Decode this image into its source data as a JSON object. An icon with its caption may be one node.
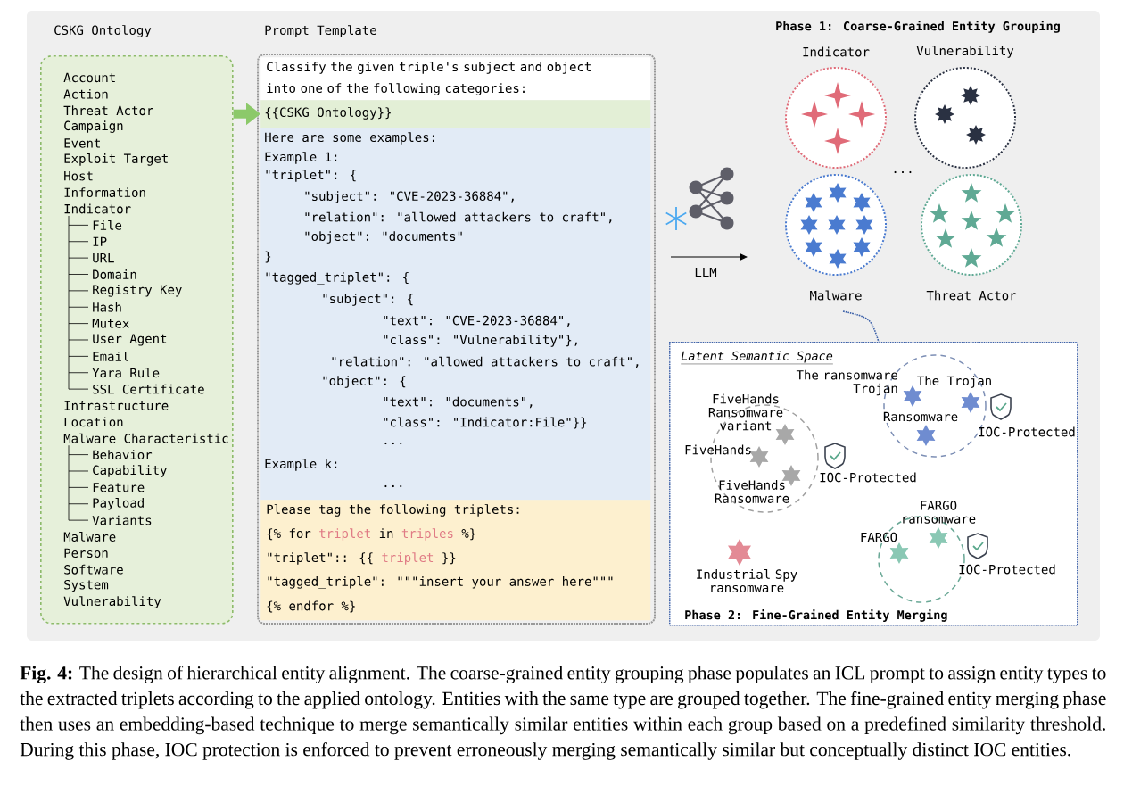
{
  "diagram": {
    "caption": "**Fig. 4:** The design of hierarchical entity alignment. The coarse-grained entity grouping phase populates an ICL prompt to assign entity types to the extracted triplets according to the applied ontology. Entities with the same type are grouped together. The fine-grained entity merging phase then uses an embedding-based technique to merge semantically similar entities within each group based on a predefined similarity threshold. During this phase, IOC protection is enforced to prevent erroneously merging semantically similar but conceptually distinct IOC entities.",
    "nodes": [
      {
        "text": [
          "CSKG Ontology",
          "Account",
          "Action",
          "Threat Actor",
          "Campaign",
          "Event",
          "Exploit Target",
          "Host",
          "Information",
          "Indicator",
          "File",
          "IP",
          "URL",
          "Domain",
          "Registry Key",
          "Hash",
          "Mutex",
          "User Agent",
          "Email",
          "Yara Rule",
          "SSL Certificate",
          "Infrastructure",
          "Location",
          "Malware Characteristic",
          "Behavior",
          "Capability",
          "Feature",
          "Payload",
          "Variants",
          "Malware",
          "Person",
          "Software",
          "System",
          "Vulnerability"
        ]
      },
      {
        "text": [
          "Prompt Template"
        ]
      },
      {
        "text": [
          "Classify the given triple's subject and object into one of the following categories:"
        ],
        "in": 1
      },
      {
        "text": [
          "{{CSKG Ontology}}"
        ],
        "in": 1
      },
      {
        "text": [
          "Here are some examples:",
          "Example 1:",
          "\"triplet\": {",
          "\"subject\": \"CVE-2023-36884\",",
          "\"relation\": \"allowed attackers to craft\",",
          "\"object\": \"documents\"",
          "}",
          "\"tagged_triplet\": {",
          "\"subject\": {",
          "\"text\": \"CVE-2023-36884\",",
          "\"class\": \"Vulnerability\"},",
          "\"relation\": \"allowed attackers to craft\",",
          "\"object\": {",
          "\"text\": \"documents\",",
          "\"class\": \"Indicator:File\"}}",
          "...",
          "Example k:",
          "..."
        ],
        "in": 1
      },
      {
        "text": [
          "Please tag the following triplets:",
          "{% for",
          "triplet",
          "in",
          "triples",
          "%}",
          "\"triplet\":: {{",
          "triplet",
          "}}",
          "\"tagged_triple\": \"\"\"insert your answer here\"\"\"",
          "{% endfor %}"
        ],
        "in": 1
      },
      {
        "text": [
          "Indicator"
        ]
      },
      {
        "text": [
          "Vulnerability"
        ]
      },
      {
        "text": [
          "Malware"
        ]
      },
      {
        "text": [
          "Threat Actor"
        ]
      },
      {
        "text": [
          "Latent Semantic Space",
          "Phase 2: Fine-Grained Entity Merging"
        ]
      }
    ],
    "edges": [
      {
        "from": 0,
        "to": 3,
        "arrow": "to",
        "style": "thick",
        "color": "#8cc96a"
      },
      {
        "from": 8,
        "to": 10,
        "arrow": "none",
        "style": "dashed",
        "color": "#3a5fa8"
      }
    ],
    "labels": [
      "Phase 1: Coarse-Grained Entity Grouping",
      "...",
      "LLM",
      "The ransomware Trojan",
      "The Trojan",
      "FiveHands Ransomware variant",
      "Ransomware",
      "IOC-Protected",
      "FiveHands",
      "IOC-Protected",
      "FiveHands Ransomware",
      "FARGO ransomware",
      "FARGO",
      "IOC-Protected",
      "Industrial Spy ransomware"
    ]
  }
}
